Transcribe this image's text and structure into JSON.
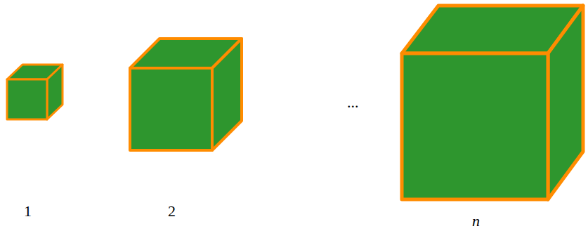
{
  "diagram": {
    "labels": [
      "1",
      "2",
      "...",
      "n"
    ]
  }
}
